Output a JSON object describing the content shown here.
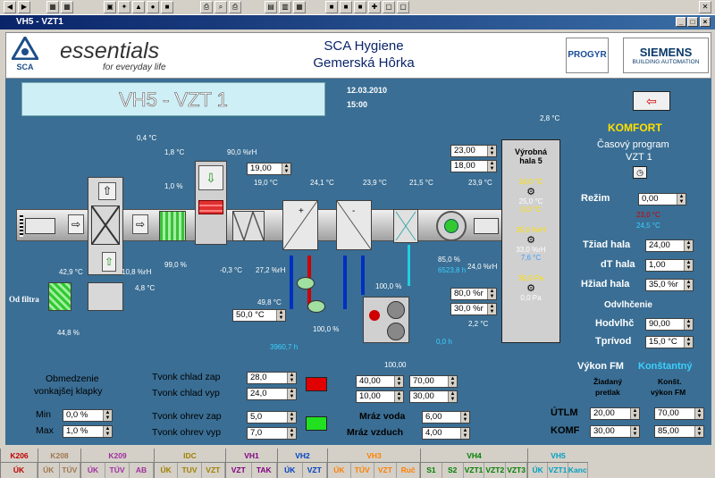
{
  "window": {
    "title": "VH5 - VZT1"
  },
  "header": {
    "brand": "essentials",
    "tagline": "for everyday life",
    "company": "SCA",
    "site_line1": "SCA Hygiene",
    "site_line2": "Gemerská Hôrka",
    "progyr": "PROGYR",
    "siemens": "SIEMENS",
    "siemens_sub": "BUILDING AUTOMATION"
  },
  "panel": {
    "title": "VH5 - VZT 1",
    "date": "12.03.2010",
    "time": "15:00"
  },
  "temps": {
    "outdoor_top": "0,4 °C",
    "mix_a": "1,8 °C",
    "rh_top": "90,0 %rH",
    "damper_a": "1,0 %",
    "after_heat": "19,0 °C",
    "after_cool": "24,1 °C",
    "after_rec": "23,9 °C",
    "after_hum": "21,5 °C",
    "supply": "23,9 °C",
    "left_temp": "42,9 °C",
    "left_rh": "10,8 %rH",
    "left_low": "4,8 °C",
    "damper_b": "99,0 %",
    "filter_t": "-0,3 °C",
    "filter_rh": "27,2 %rH",
    "coil_t": "49,8 °C",
    "supply_rh": "24,0 %rH",
    "fan_pct": "85,0 %",
    "fan_h": "6523,8 h",
    "hum_pct": "100,0 %",
    "valve_pct": "100,0 %",
    "pump_h": "3960,7 h",
    "chiller_pct": "100,00",
    "chiller_t": "2,2 °C",
    "chiller_h": "0,0 h",
    "roof_t": "2,8 °C",
    "od_pct": "44,8 %"
  },
  "inputs": {
    "i19": "19,00",
    "i23": "23,00",
    "i18": "18,00",
    "i50": "50,0 °C",
    "i80": "80,0 %r",
    "i30": "30,0 %r",
    "i28": "28,0",
    "i24": "24,0",
    "i5": "5,0",
    "i7": "7,0",
    "i40": "40,00",
    "i70": "70,00",
    "i10": "10,00",
    "i30b": "30,00",
    "mraz_voda": "6,00",
    "mraz_vzduch": "4,00",
    "min": "0,0 %",
    "max": "1,0 %",
    "rezim": "0,00",
    "tziad": "24,00",
    "dt": "1,00",
    "hziad": "35,0 %r",
    "hodv": "90,00",
    "tpriv": "15,0 °C",
    "utlm_a": "20,00",
    "komf_a": "30,00",
    "utlm_b": "70,00",
    "komf_b": "85,00"
  },
  "hall": {
    "title1": "Výrobná",
    "title2": "hala 5",
    "v1": "24,0 °C",
    "v2": "25,0 °C",
    "v3": "0,0 °C",
    "v4": "35,0 %rH",
    "v5": "33,0 %rH",
    "v6": "7,6 °C",
    "v7": "30,0 Pa",
    "v8": "0,0 Pa"
  },
  "right": {
    "mode": "KOMFORT",
    "program": "Časový program",
    "vzt": "VZT 1",
    "rezim": "Režim",
    "r1": "23,0 °C",
    "r2": "24,5 °C",
    "tziad": "Tžiad hala",
    "dt": "dT hala",
    "hziad": "Hžiad hala",
    "odvl": "Odvlhčenie",
    "hodv": "Hodvlhč",
    "tpriv": "Tprívod"
  },
  "labels": {
    "obm1": "Obmedzenie",
    "obm2": "vonkajšej klapky",
    "min": "Min",
    "max": "Max",
    "tcz": "Tvonk chlad zap",
    "tcv": "Tvonk chlad vyp",
    "toz": "Tvonk ohrev zap",
    "tov": "Tvonk ohrev vyp",
    "mv": "Mráz voda",
    "mvz": "Mráz vzduch",
    "od_filtra": "Od filtra",
    "vykon": "Výkon FM",
    "vykon_val": "Konštantný",
    "ziad1": "Žiadaný",
    "ziad2": "pretlak",
    "konst1": "Konšt.",
    "konst2": "výkon FM",
    "utlm": "ÚTLM",
    "komf": "KOMF"
  },
  "footer": [
    {
      "h": "K206",
      "hc": "#c00000",
      "items": [
        {
          "t": "ÚK",
          "c": "#c00000"
        }
      ]
    },
    {
      "h": "K208",
      "hc": "#a07850",
      "items": [
        {
          "t": "ÚK",
          "c": "#a07850"
        },
        {
          "t": "TÚV",
          "c": "#a07850"
        }
      ]
    },
    {
      "h": "K209",
      "hc": "#a030a0",
      "items": [
        {
          "t": "ÚK",
          "c": "#a030a0"
        },
        {
          "t": "TÚV",
          "c": "#a030a0"
        },
        {
          "t": "AB",
          "c": "#a030a0"
        }
      ]
    },
    {
      "h": "IDC",
      "hc": "#a08000",
      "items": [
        {
          "t": "ÚK",
          "c": "#a08000"
        },
        {
          "t": "TUV",
          "c": "#a08000"
        },
        {
          "t": "VZT",
          "c": "#a08000"
        }
      ]
    },
    {
      "h": "VH1",
      "hc": "#800080",
      "items": [
        {
          "t": "VZT",
          "c": "#800080"
        },
        {
          "t": "TAK",
          "c": "#800080"
        }
      ]
    },
    {
      "h": "VH2",
      "hc": "#0040c0",
      "items": [
        {
          "t": "ÚK",
          "c": "#0040c0"
        },
        {
          "t": "VZT",
          "c": "#0040c0"
        }
      ]
    },
    {
      "h": "VH3",
      "hc": "#ff8000",
      "items": [
        {
          "t": "ÚK",
          "c": "#ff8000"
        },
        {
          "t": "TÚV",
          "c": "#ff8000"
        },
        {
          "t": "VZT",
          "c": "#ff8000"
        },
        {
          "t": "Ruč",
          "c": "#ff8000"
        }
      ]
    },
    {
      "h": "VH4",
      "hc": "#008000",
      "items": [
        {
          "t": "S1",
          "c": "#008000"
        },
        {
          "t": "S2",
          "c": "#008000"
        },
        {
          "t": "VZT1",
          "c": "#008000"
        },
        {
          "t": "VZT2",
          "c": "#008000"
        },
        {
          "t": "VZT3",
          "c": "#008000"
        }
      ]
    },
    {
      "h": "VH5",
      "hc": "#00a0c0",
      "items": [
        {
          "t": "ÚK",
          "c": "#00a0c0"
        },
        {
          "t": "VZT1",
          "c": "#00a0c0"
        },
        {
          "t": "Kanc",
          "c": "#00a0c0"
        }
      ]
    }
  ]
}
